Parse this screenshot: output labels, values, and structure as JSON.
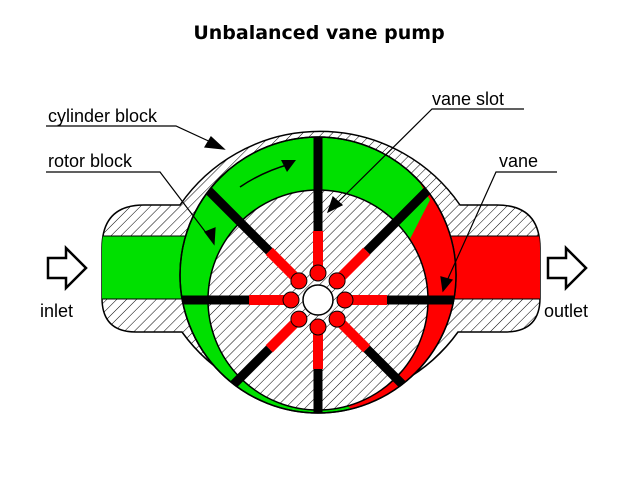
{
  "title": "Unbalanced vane pump",
  "labels": {
    "cylinder_block": "cylinder block",
    "rotor_block": "rotor block",
    "vane_slot": "vane slot",
    "vane": "vane",
    "inlet": "inlet",
    "outlet": "outlet"
  },
  "colors": {
    "suction": "#00e000",
    "discharge": "#ff0000",
    "vane": "#000000",
    "hatch": "#000000"
  },
  "icons": [
    "inlet-arrow-icon",
    "outlet-arrow-icon",
    "rotation-arrow-icon"
  ]
}
